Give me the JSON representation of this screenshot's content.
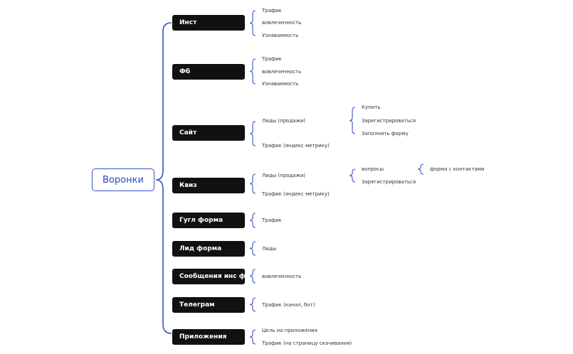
{
  "root": {
    "label": "Воронки"
  },
  "channels": [
    {
      "label": "Инст",
      "items": [
        "Трафик",
        "вовлеченность",
        "Узнаваемость"
      ]
    },
    {
      "label": "Фб",
      "items": [
        "Трафик",
        "вовлеченность",
        "Узнаваемость"
      ]
    },
    {
      "label": "Сайт",
      "items": [
        "Лиды (продажи)",
        "Трафик (яндекс метрику)"
      ],
      "lead_items": [
        "Купить",
        "Зарегистрироваться",
        "Заполнить форму"
      ]
    },
    {
      "label": "Квиз",
      "items": [
        "Лиды (продажи)",
        "Трафик (яндекс метрику)"
      ],
      "lead_items": [
        "вопросы",
        "Зарегистрироваться"
      ],
      "question_items": [
        "форма с контактами"
      ]
    },
    {
      "label": "Гугл форма",
      "items": [
        "Трафик"
      ]
    },
    {
      "label": "Лид форма",
      "items": [
        "Лиды"
      ]
    },
    {
      "label": "Сообщения инс фб",
      "items": [
        "вовлеченность"
      ]
    },
    {
      "label": "Телеграм",
      "items": [
        "Трафик (канал, бот)"
      ]
    },
    {
      "label": "Приложения",
      "items": [
        "Цель на приложения",
        "Трафик (на страницу скачивания)"
      ]
    }
  ],
  "colors": {
    "root_border": "#3a52c4",
    "node_fill": "#111111",
    "connector": "#3a52c4"
  }
}
